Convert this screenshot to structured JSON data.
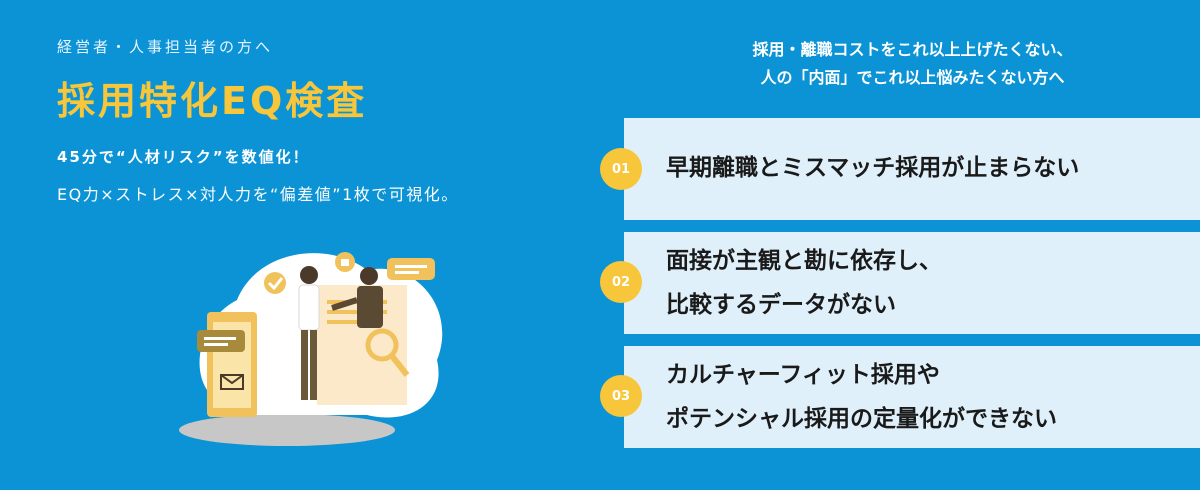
{
  "hero": {
    "eyebrow": "経営者・人事担当者の方へ",
    "title": "採用特化EQ検査",
    "tagline": "45分で“人材リスク”を数値化！",
    "subline": "EQ力×ストレス×対人力を“偏差値”1枚で可視化。"
  },
  "right": {
    "heading_line1": "採用・離職コストをこれ以上上げたくない、",
    "heading_line2": "人の「内面」でこれ以上悩みたくない方へ"
  },
  "cards": [
    {
      "num": "01",
      "lines": [
        "早期離職とミスマッチ採用が止まらない"
      ]
    },
    {
      "num": "02",
      "lines": [
        "面接が主観と勘に依存し、",
        "比較するデータがない"
      ]
    },
    {
      "num": "03",
      "lines": [
        "カルチャーフィット採用や",
        "ポテンシャル採用の定量化ができない"
      ]
    }
  ],
  "colors": {
    "background": "#0b93d6",
    "accent": "#f8c63a",
    "card": "#dff0fa"
  }
}
